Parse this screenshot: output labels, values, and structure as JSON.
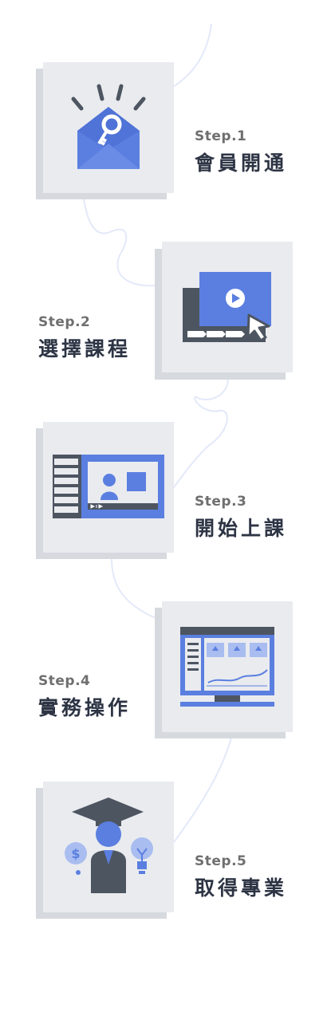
{
  "colors": {
    "accent": "#5b7fe0",
    "dark": "#4d5561",
    "card": "#e9ebef",
    "card_shadow": "#d6d9de",
    "step_no": "#6f6f6f",
    "title": "#2d3444",
    "path": "#e3e9f9"
  },
  "steps": [
    {
      "no": "Step.1",
      "title": "會員開通",
      "icon": "envelope-key-icon"
    },
    {
      "no": "Step.2",
      "title": "選擇課程",
      "icon": "video-player-cursor-icon"
    },
    {
      "no": "Step.3",
      "title": "開始上課",
      "icon": "video-lesson-icon"
    },
    {
      "no": "Step.4",
      "title": "實務操作",
      "icon": "dashboard-monitor-icon"
    },
    {
      "no": "Step.5",
      "title": "取得專業",
      "icon": "graduate-idea-icon"
    }
  ]
}
